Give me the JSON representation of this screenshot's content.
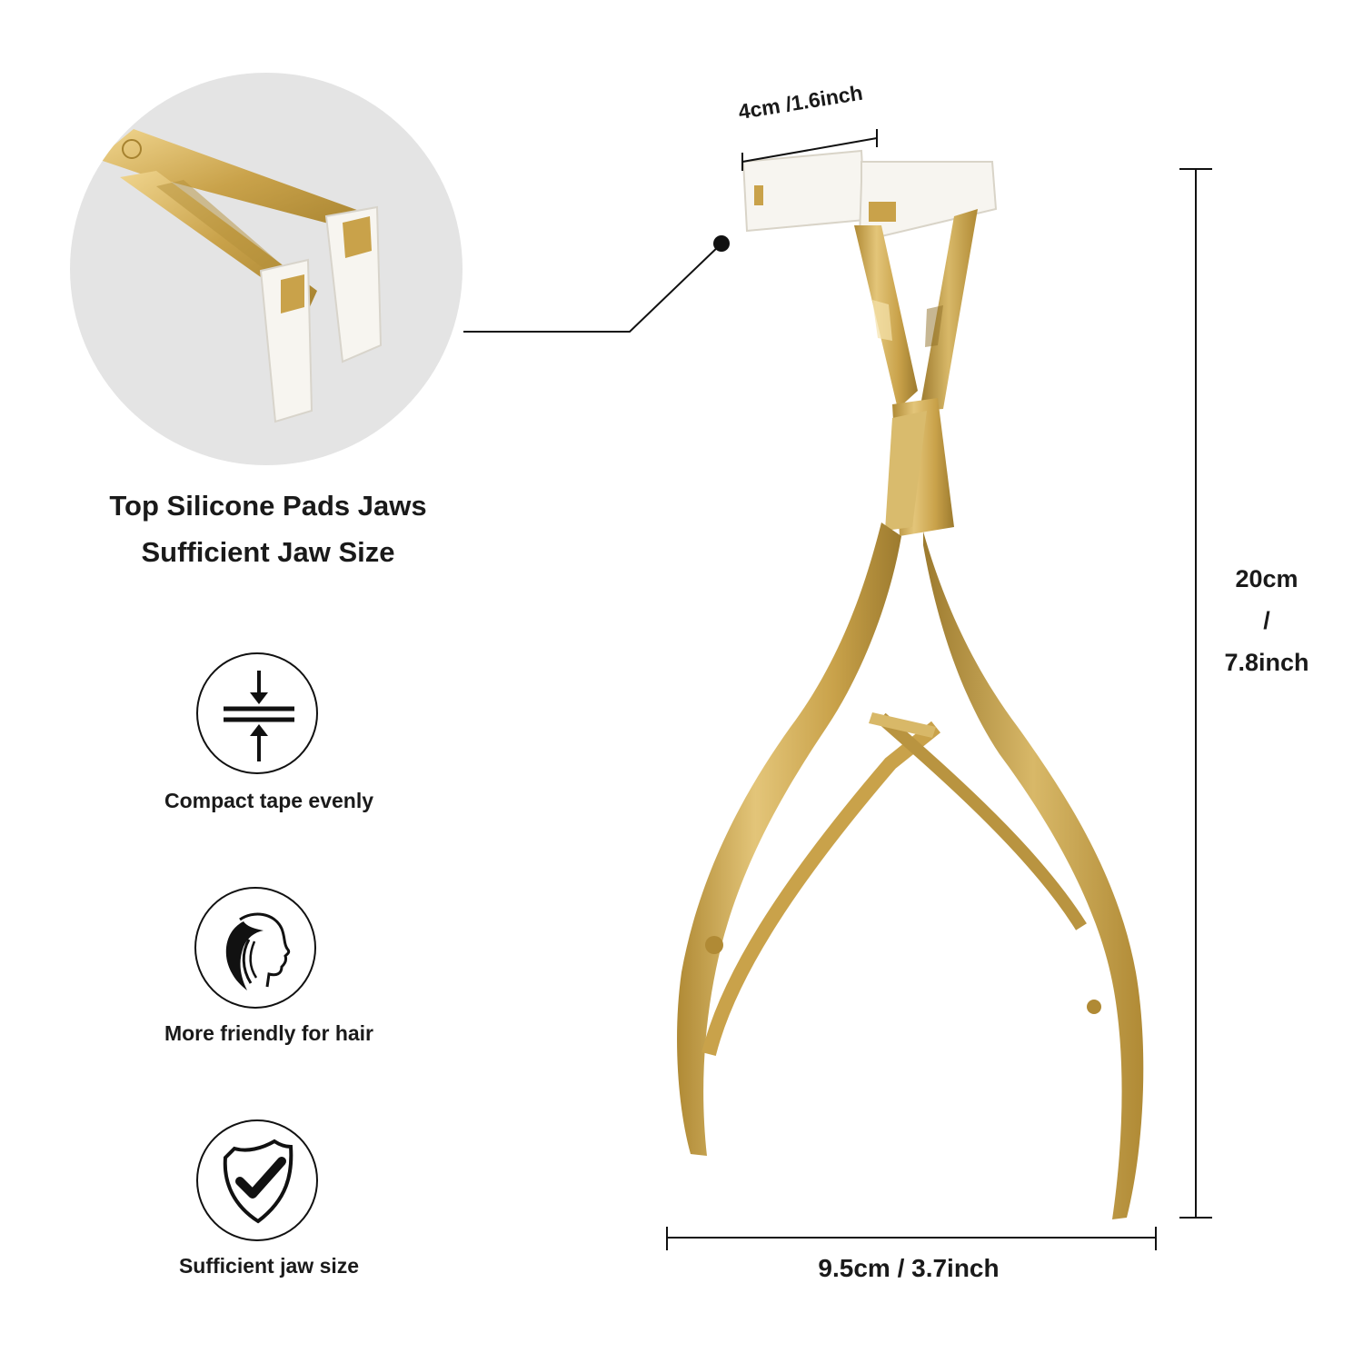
{
  "callout": {
    "line1": "Top Silicone Pads Jaws",
    "line2": "Sufficient Jaw Size"
  },
  "features": [
    {
      "label": "Compact tape evenly",
      "icon": "compress-arrows-icon"
    },
    {
      "label": "More friendly for hair",
      "icon": "woman-hair-profile-icon"
    },
    {
      "label": "Sufficient jaw size",
      "icon": "shield-check-icon"
    }
  ],
  "dimensions": {
    "jaw_width": "4cm /1.6inch",
    "height_cm": "20cm",
    "height_sep": "/",
    "height_in": "7.8inch",
    "width": "9.5cm / 3.7inch"
  },
  "colors": {
    "gold": "#c9a24a",
    "gold_light": "#e6c77a",
    "gold_dark": "#9c7a2e",
    "pad": "#f7f5f0",
    "callout_bg": "#e4e4e4"
  }
}
